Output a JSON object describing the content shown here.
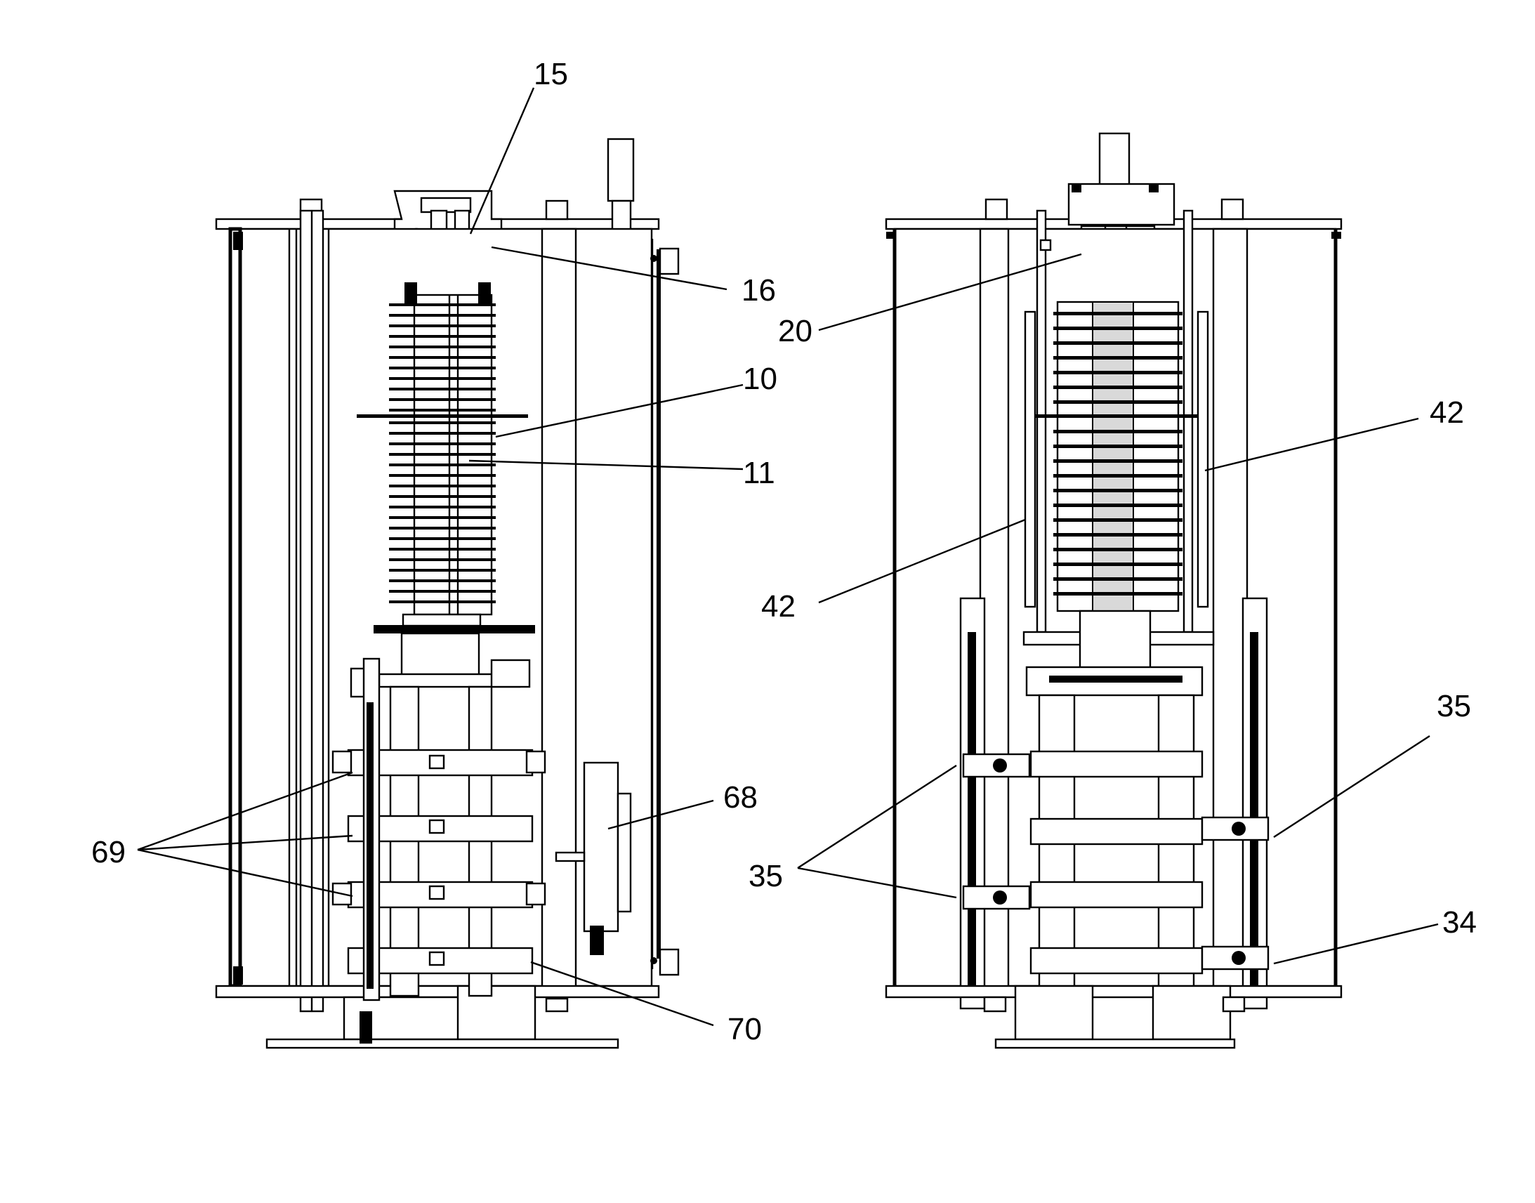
{
  "figure": {
    "reference_numerals": {
      "left_view": {
        "n15": "15",
        "n16": "16",
        "n10": "10",
        "n11": "11",
        "n68": "68",
        "n69": "69",
        "n70": "70"
      },
      "right_view": {
        "n20": "20",
        "n42_upper": "42",
        "n42_lower": "42",
        "n35_right": "35",
        "n35_left": "35",
        "n34": "34"
      }
    }
  }
}
